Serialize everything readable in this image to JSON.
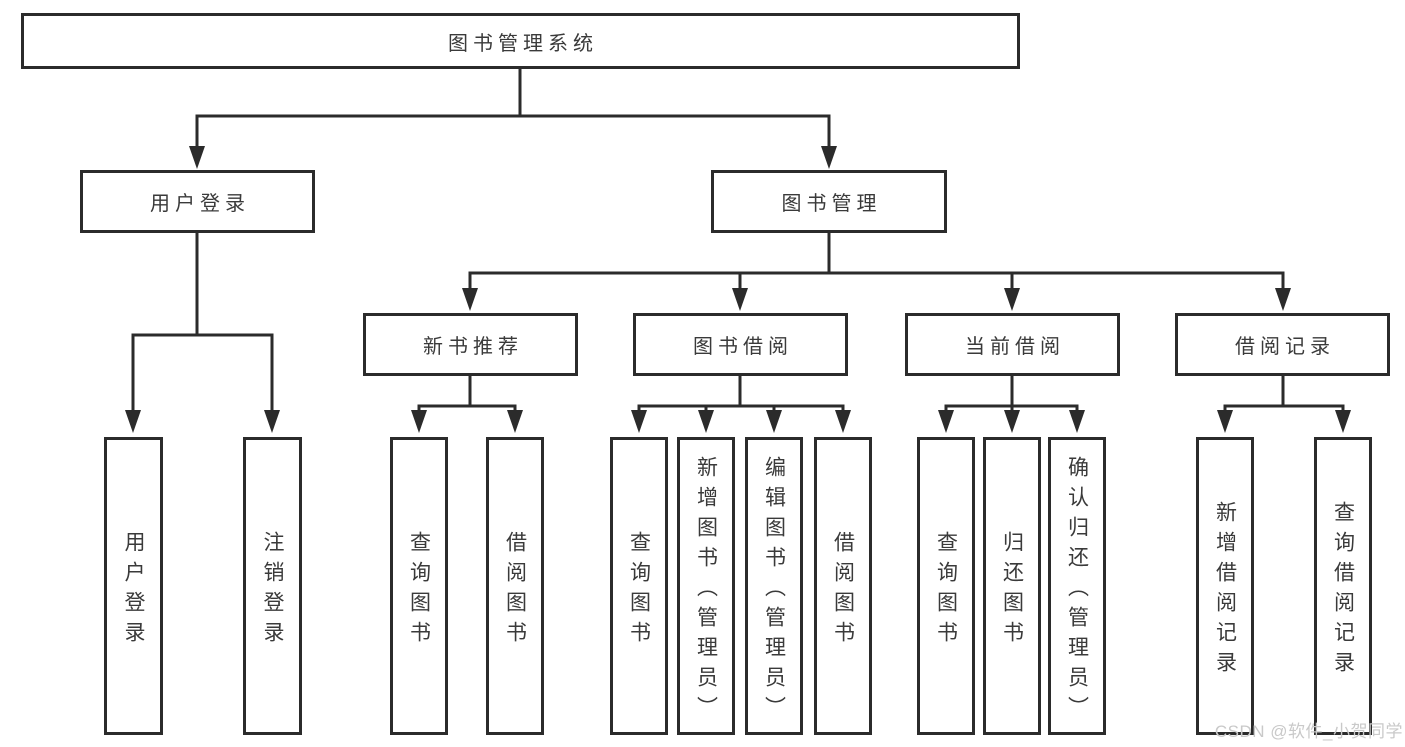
{
  "diagram": {
    "title": "图书管理系统",
    "type": "hierarchy-tree",
    "colors": {
      "line": "#2b2b2b",
      "box_border": "#2b2b2b",
      "text": "#3a3a3a",
      "background": "#ffffff",
      "watermark": "#c9c9c9"
    },
    "nodes": {
      "root": {
        "label": "图书管理系统"
      },
      "user_login": {
        "label": "用户登录",
        "children": [
          {
            "label": "用户登录"
          },
          {
            "label": "注销登录"
          }
        ]
      },
      "book_mgmt": {
        "label": "图书管理",
        "children": [
          {
            "label": "新书推荐",
            "children": [
              {
                "label": "查询图书"
              },
              {
                "label": "借阅图书"
              }
            ]
          },
          {
            "label": "图书借阅",
            "children": [
              {
                "label": "查询图书"
              },
              {
                "label": "新增图书（管理员）"
              },
              {
                "label": "编辑图书（管理员）"
              },
              {
                "label": "借阅图书"
              }
            ]
          },
          {
            "label": "当前借阅",
            "children": [
              {
                "label": "查询图书"
              },
              {
                "label": "归还图书"
              },
              {
                "label": "确认归还（管理员）"
              }
            ]
          },
          {
            "label": "借阅记录",
            "children": [
              {
                "label": "新增借阅记录"
              },
              {
                "label": "查询借阅记录"
              }
            ]
          }
        ]
      }
    },
    "watermark": {
      "text": "CSDN @软件_小贺同学"
    }
  }
}
